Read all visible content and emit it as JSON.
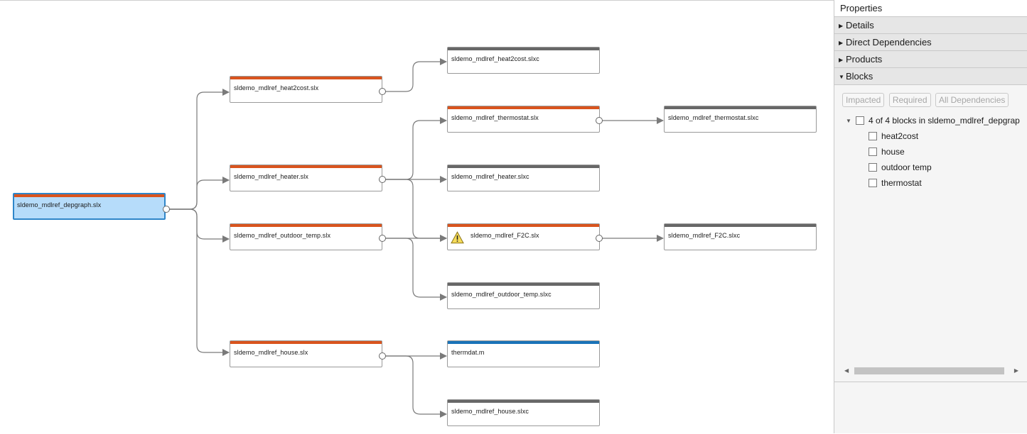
{
  "graph": {
    "colors": {
      "model_bar": "#d9541e",
      "cache_bar": "#676767",
      "script_bar": "#1a73b8",
      "selected_fill": "#b6dcfa",
      "selected_border": "#2f86c9",
      "edge": "#7a7a7a"
    },
    "nodes": {
      "depgraph": {
        "label": "sldemo_mdlref_depgraph.slx",
        "kind": "model",
        "selected": true
      },
      "heat2cost": {
        "label": "sldemo_mdlref_heat2cost.slx",
        "kind": "model"
      },
      "heater": {
        "label": "sldemo_mdlref_heater.slx",
        "kind": "model"
      },
      "outdoor_temp": {
        "label": "sldemo_mdlref_outdoor_temp.slx",
        "kind": "model"
      },
      "house": {
        "label": "sldemo_mdlref_house.slx",
        "kind": "model"
      },
      "heat2cost_slxc": {
        "label": "sldemo_mdlref_heat2cost.slxc",
        "kind": "cache"
      },
      "thermostat": {
        "label": "sldemo_mdlref_thermostat.slx",
        "kind": "model"
      },
      "heater_slxc": {
        "label": "sldemo_mdlref_heater.slxc",
        "kind": "cache"
      },
      "f2c": {
        "label": "sldemo_mdlref_F2C.slx",
        "kind": "model",
        "warning": true,
        "icon": "warning-icon"
      },
      "outdoor_temp_slxc": {
        "label": "sldemo_mdlref_outdoor_temp.slxc",
        "kind": "cache"
      },
      "thermdat": {
        "label": "thermdat.m",
        "kind": "script"
      },
      "house_slxc": {
        "label": "sldemo_mdlref_house.slxc",
        "kind": "cache"
      },
      "thermostat_slxc": {
        "label": "sldemo_mdlref_thermostat.slxc",
        "kind": "cache"
      },
      "f2c_slxc": {
        "label": "sldemo_mdlref_F2C.slxc",
        "kind": "cache"
      }
    }
  },
  "properties": {
    "title": "Properties",
    "sections": {
      "details": "Details",
      "direct_dependencies": "Direct Dependencies",
      "products": "Products",
      "blocks": "Blocks"
    },
    "expand_icon": "triangle-right-icon",
    "collapse_icon": "triangle-down-icon",
    "buttons": {
      "impacted": "Impacted",
      "required": "Required",
      "all_dependencies": "All Dependencies"
    },
    "tree": {
      "root_label": "4 of 4 blocks in sldemo_mdlref_depgrap",
      "items": [
        "heat2cost",
        "house",
        "outdoor temp",
        "thermostat"
      ]
    }
  }
}
